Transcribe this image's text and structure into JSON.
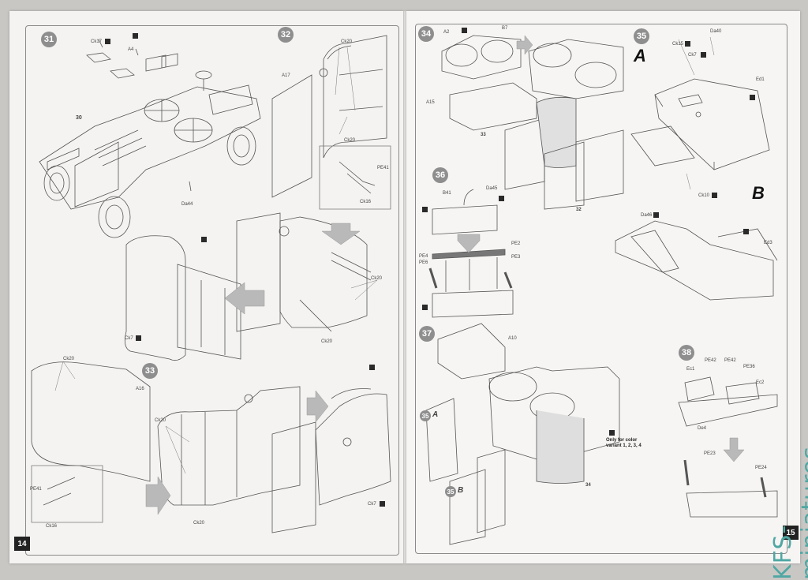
{
  "pages": {
    "left_number": "14",
    "right_number": "15"
  },
  "steps": {
    "s31": "31",
    "s32": "32",
    "s33": "33",
    "s34": "34",
    "s35": "35",
    "s36": "36",
    "s37": "37",
    "s38": "38"
  },
  "sub_refs": {
    "a": "A",
    "b": "B",
    "ref35a": "35",
    "ref35b": "35"
  },
  "labels": {
    "ck17": "Ck17",
    "a4": "A4",
    "n30": "30",
    "da44": "Da44",
    "a17": "A17",
    "ck20_s32": "Ck20",
    "ck20_s32b": "Ck20",
    "pe41_s32": "PE41",
    "ck16_s32": "Ck16",
    "ck20_mid": "Ck20",
    "ck20_mid2": "Ck20",
    "ck7_mid": "Ck7",
    "ck20_s33": "Ck20",
    "a16": "A16",
    "ck20_s33b": "Ck20",
    "ck20_s33c": "Ck20",
    "pe41_s33": "PE41",
    "ck16_s33": "Ck16",
    "ck7_s33": "Ck7",
    "n33_tag": "33",
    "a2": "A2",
    "b7": "B7",
    "a15": "A15",
    "n33": "33",
    "n32": "32",
    "da40": "Da40",
    "ck15": "Ck15",
    "ck7_s35": "Ck7",
    "ed1": "Ed1",
    "ck10": "Ck10",
    "da46": "Da46",
    "ed3": "Ed3",
    "b41": "B41",
    "da45": "Da45",
    "pe2": "PE2",
    "pe3": "PE3",
    "pe4": "PE4",
    "pe6": "PE6",
    "a10": "A10",
    "n34": "34",
    "variant_note": "Only for color variant 1, 2, 3, 4",
    "ec1": "Ec1",
    "pe42a": "PE42",
    "pe42b": "PE42",
    "pe36": "PE36",
    "ec2": "Ec2",
    "de4": "De4",
    "pe23": "PE23",
    "pe24": "PE24"
  },
  "watermark": "KFS-miniatures",
  "colors": {
    "paper": "#f4f3f1",
    "badge": "#8e8e8e",
    "watermark": "#4fa7a3",
    "arrow": "#b9b9b9"
  }
}
